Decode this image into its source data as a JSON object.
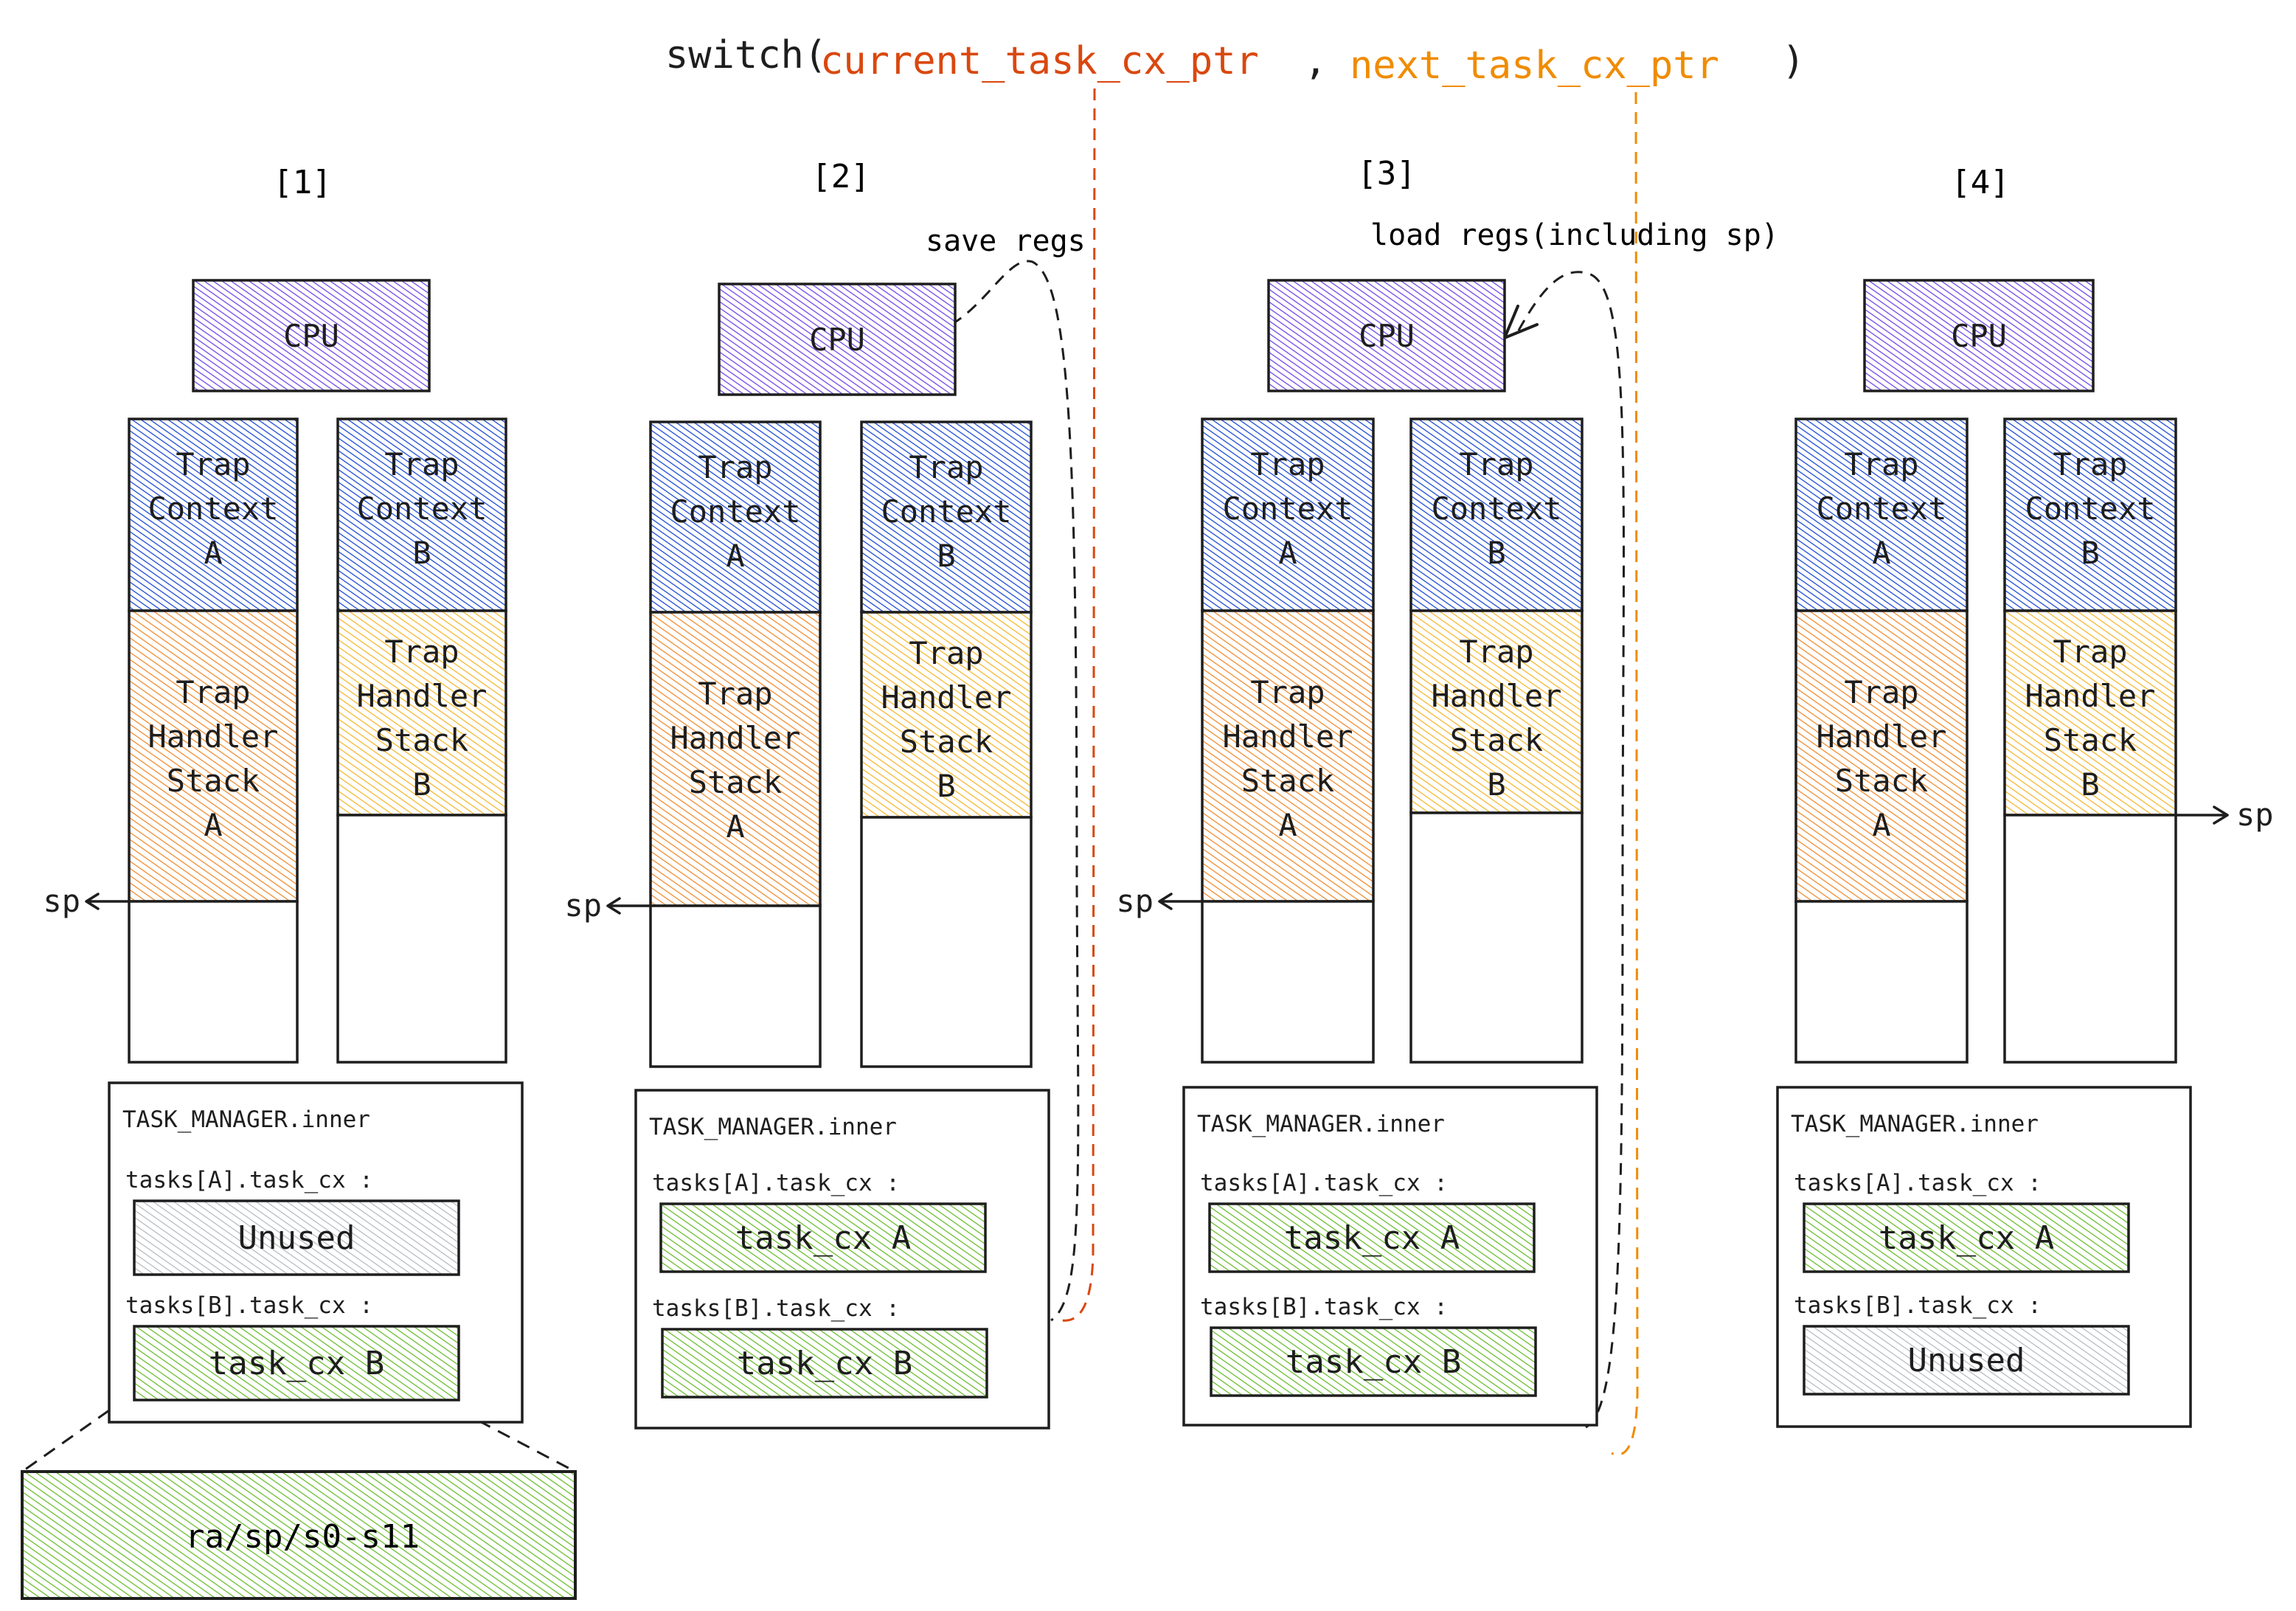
{
  "header": {
    "fn": "switch(",
    "arg1": "current_task_cx_ptr",
    "comma": ",",
    "arg2": "next_task_cx_ptr",
    "close": ")"
  },
  "annotations": {
    "save": "save regs",
    "load": "load regs(including sp)"
  },
  "labels": {
    "cpu": "CPU",
    "sp": "sp",
    "trap_line1": "Trap",
    "trap_line2": "Context",
    "handler_line1": "Trap",
    "handler_line2": "Handler",
    "handler_line3": "Stack",
    "inner_title": "TASK_MANAGER.inner",
    "tasks_a_label": "tasks[A].task_cx :",
    "tasks_b_label": "tasks[B].task_cx :",
    "unused": "Unused",
    "task_cx_a": "task_cx A",
    "task_cx_b": "task_cx B",
    "regs": "ra/sp/s0-s11"
  },
  "colors": {
    "cpu": "#7048e8",
    "trap_context": "#1c4bd6",
    "stack_a": "#f08c2e",
    "stack_b": "#f5b82e",
    "task_cx": "#6abe30",
    "unused": "#b8bcc2",
    "red": "#d9480f",
    "orange": "#f08c00"
  },
  "panels": [
    {
      "step": "[1]",
      "letter_a": "A",
      "letter_b": "B",
      "slot_a": "unused",
      "slot_b": "task_cx_b",
      "sp_side": "left"
    },
    {
      "step": "[2]",
      "letter_a": "A",
      "letter_b": "B",
      "slot_a": "task_cx_a",
      "slot_b": "task_cx_b",
      "sp_side": "left"
    },
    {
      "step": "[3]",
      "letter_a": "A",
      "letter_b": "B",
      "slot_a": "task_cx_a",
      "slot_b": "task_cx_b",
      "sp_side": "left"
    },
    {
      "step": "[4]",
      "letter_a": "A",
      "letter_b": "B",
      "slot_a": "task_cx_a",
      "slot_b": "unused",
      "sp_side": "right"
    }
  ]
}
